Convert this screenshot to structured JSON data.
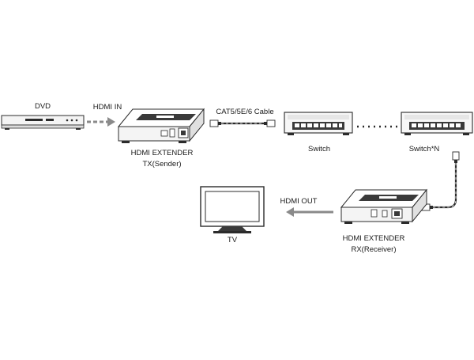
{
  "labels": {
    "dvd": "DVD",
    "hdmi_in": "HDMI IN",
    "cable": "CAT5/5E/6 Cable",
    "tx_line1": "HDMI EXTENDER",
    "tx_line2": "TX(Sender)",
    "switch": "Switch",
    "switch_n": "Switch*N",
    "hdmi_out": "HDMI OUT",
    "tv": "TV",
    "rx_line1": "HDMI EXTENDER",
    "rx_line2": "RX(Receiver)"
  },
  "colors": {
    "stroke": "#2b2b2b",
    "device_fill": "#f4f4f4",
    "device_dark": "#3a3a3a",
    "arrow": "#8a8a8a"
  }
}
